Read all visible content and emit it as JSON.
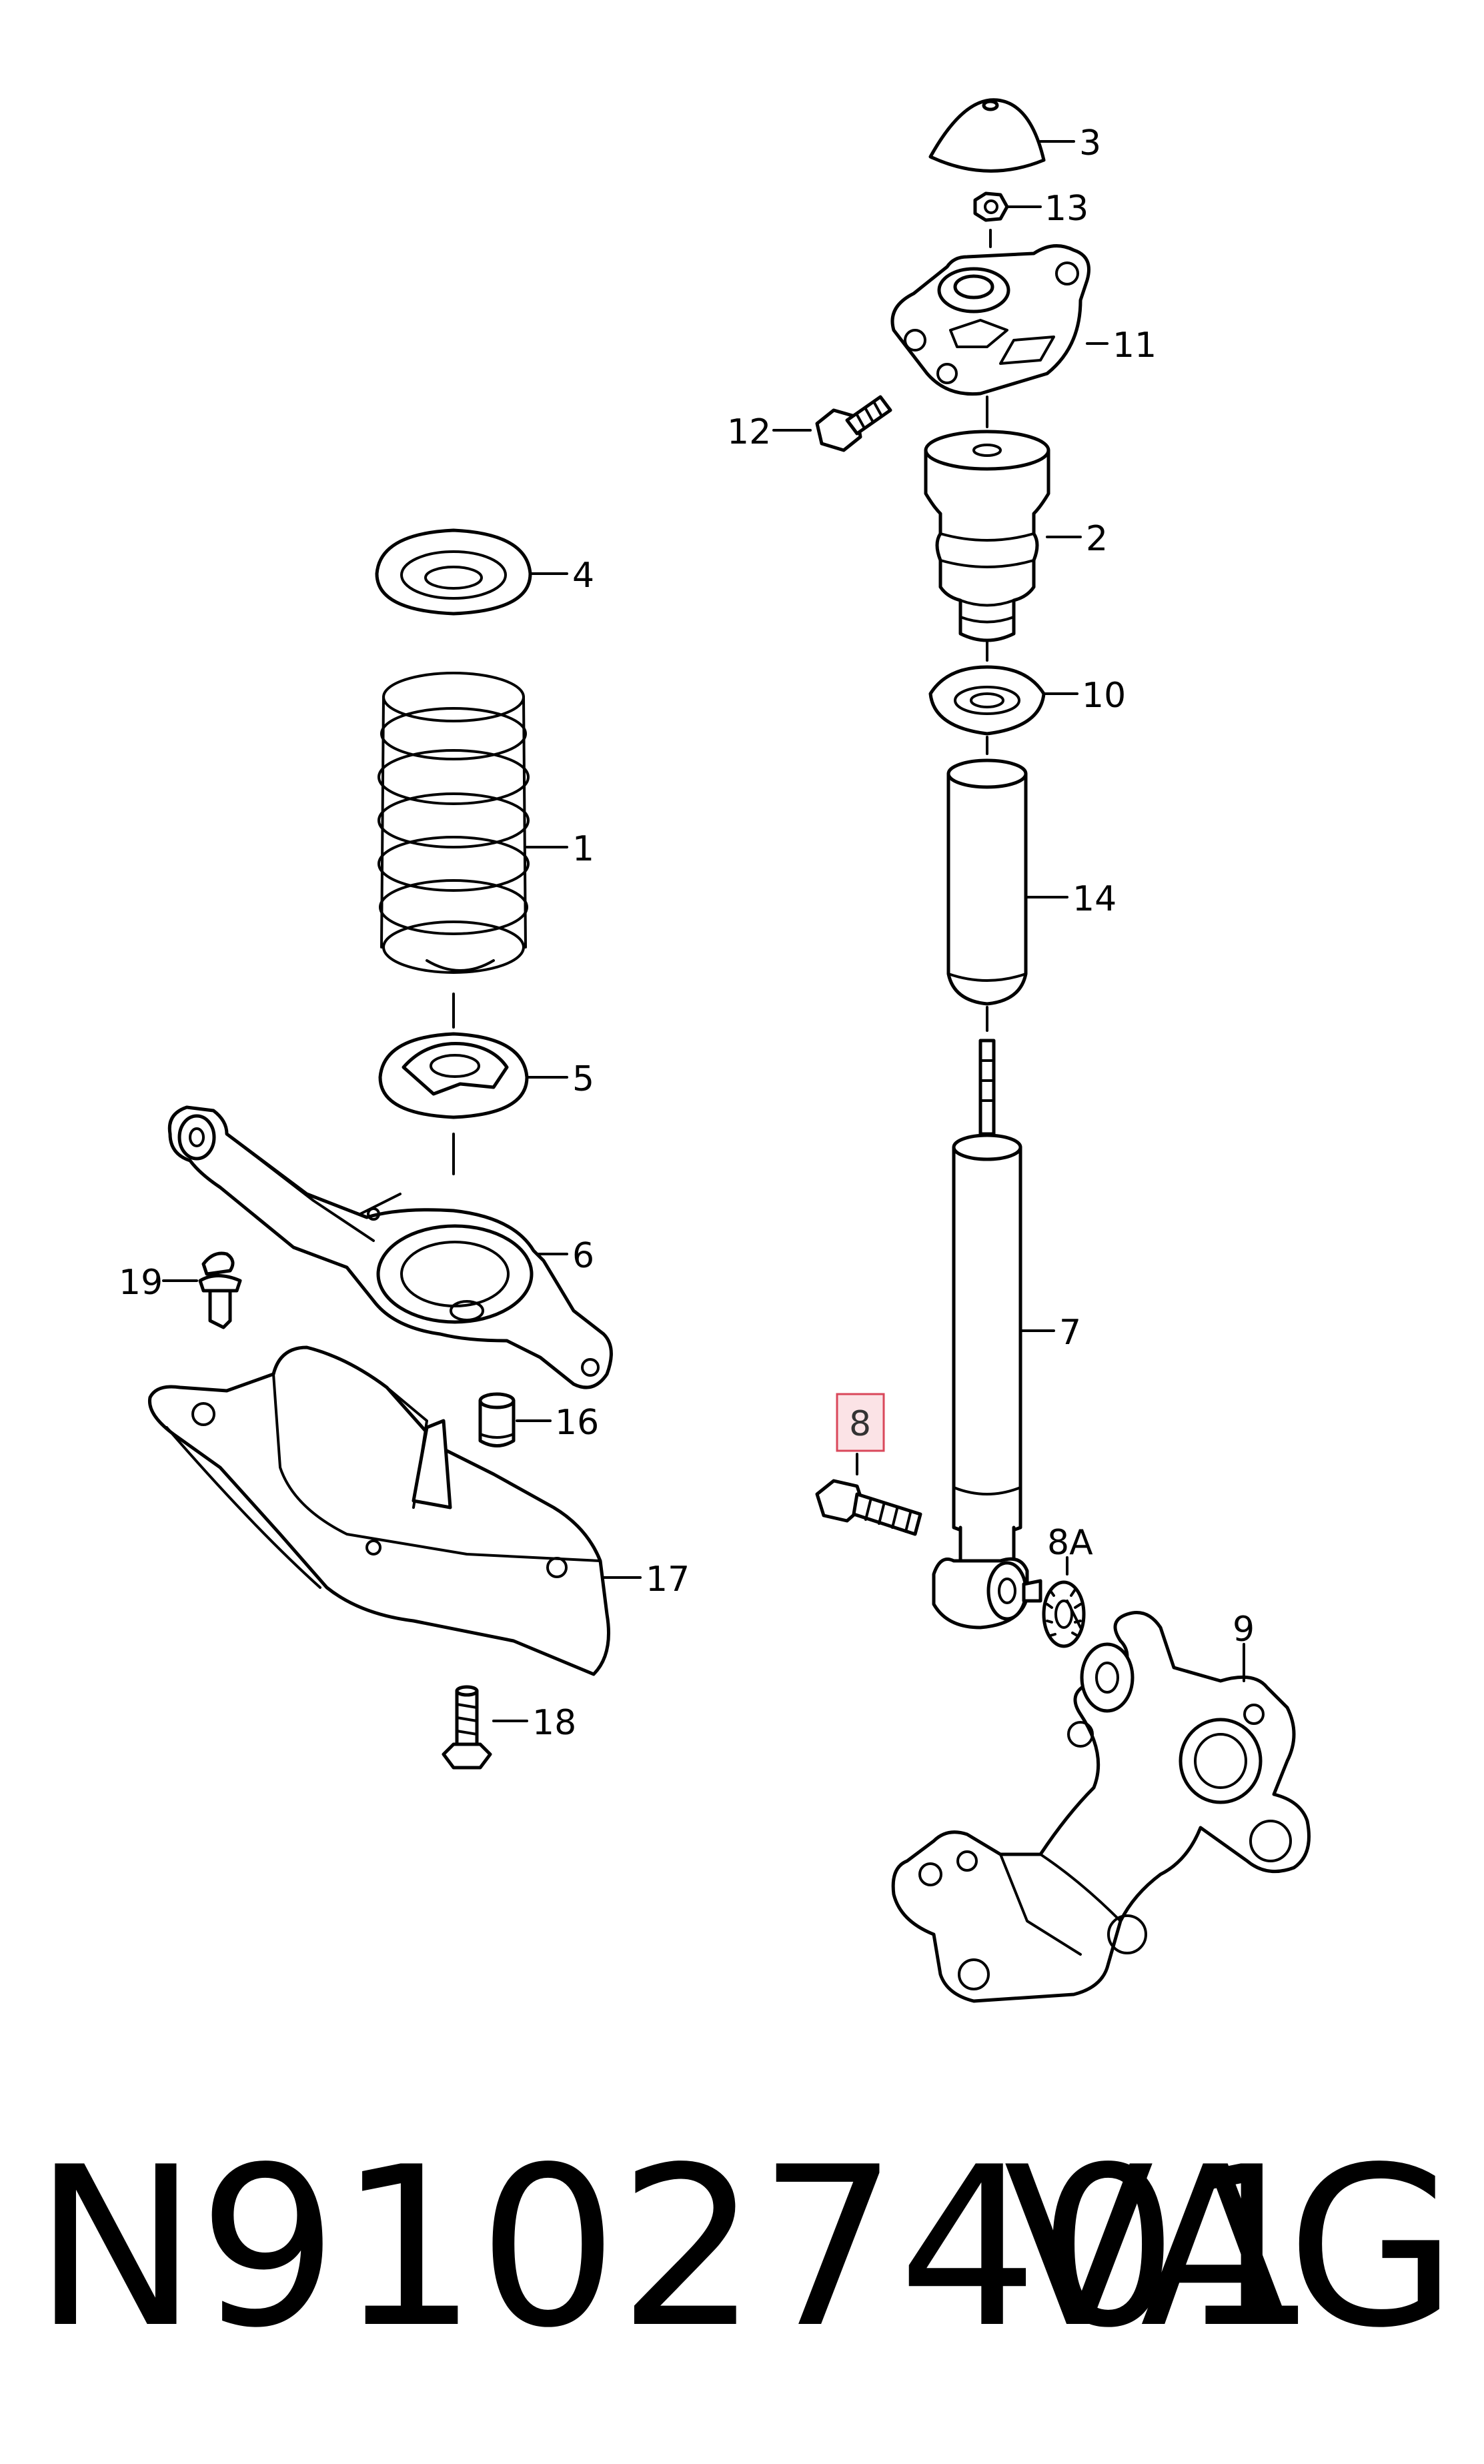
{
  "callouts": {
    "c1": "1",
    "c2": "2",
    "c3": "3",
    "c4": "4",
    "c5": "5",
    "c6": "6",
    "c7": "7",
    "c8": "8",
    "c8a": "8A",
    "c9": "9",
    "c10": "10",
    "c11": "11",
    "c12": "12",
    "c13": "13",
    "c14": "14",
    "c16": "16",
    "c17": "17",
    "c18": "18",
    "c19": "19"
  },
  "highlighted_callout": "8",
  "colors": {
    "highlight_fill": "#fbe3e6",
    "highlight_border": "#d9475a"
  },
  "footer": {
    "part_number": "N91027401",
    "brand": "VAG"
  }
}
